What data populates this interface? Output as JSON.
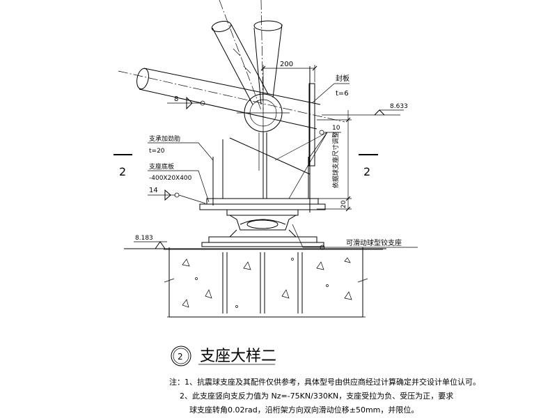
{
  "labels": {
    "dim_200": "200",
    "end_plate": "封板",
    "end_plate_t": "t=6",
    "elev_top": "8.633",
    "elev_bottom": "8.183",
    "grid_8": "8",
    "grid_14": "14",
    "dim_10": "10",
    "stiffener": "支承加劲肋",
    "stiffener_t": "t=20",
    "base_plate": "支座底板",
    "base_plate_size": "-400X20X400",
    "vertical_note": "依据球支座尺寸调整",
    "dim_20": "20",
    "section_left": "2",
    "section_right": "2",
    "bearing": "可滑动球型铰支座"
  },
  "title": {
    "number": "2",
    "text": "支座大样二"
  },
  "notes": [
    "注：1、抗震球支座及其配件仅供参考，具体型号由供应商经过计算确定并交设计单位认可。",
    "2、此支座竖向支反力值为 Nz=-75KN/330KN，支座受拉为负、受压为正，要求",
    "球支座转角0.02rad，沿桁架方向双向滑动位移±50mm，并限位。"
  ]
}
